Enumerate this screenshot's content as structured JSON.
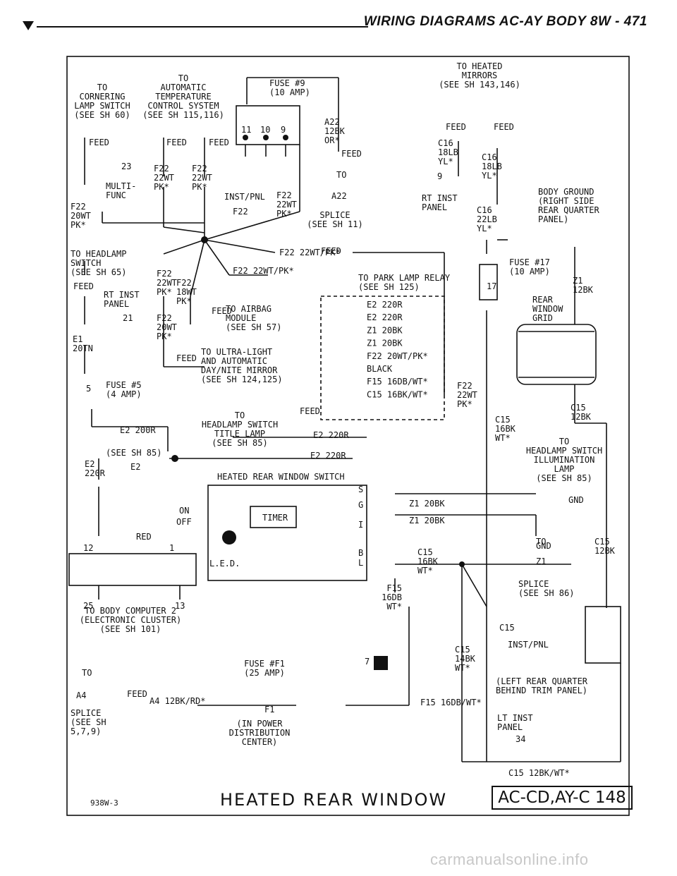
{
  "header": {
    "title": "WIRING DIAGRAMS AC-AY BODY   8W - 471"
  },
  "labels": {
    "cornering": [
      "TO",
      "CORNERING",
      "LAMP SWITCH",
      "(SEE SH 60)"
    ],
    "auto_temp": [
      "TO",
      "AUTOMATIC",
      "TEMPERATURE",
      "CONTROL SYSTEM",
      "(SEE SH 115,116)"
    ],
    "fuse9": [
      "FUSE #9",
      "(10 AMP)"
    ],
    "connector_pins": [
      "11",
      "10",
      "9"
    ],
    "a22": [
      "A22",
      "12BK",
      "OR*"
    ],
    "heated_mirrors": [
      "TO HEATED",
      "MIRRORS",
      "(SEE SH 143,146)"
    ],
    "feed": "FEED",
    "c16_a": [
      "C16",
      "18LB",
      "YL*"
    ],
    "c16_b": [
      "C16",
      "18LB",
      "YL*"
    ],
    "multi_func": [
      "MULTI-",
      "FUNC"
    ],
    "pin23": "23",
    "f22_left": [
      "F22",
      "20WT",
      "PK*"
    ],
    "f22_wt_a": [
      "F22",
      "22WT",
      "PK*"
    ],
    "f22_wt_b": [
      "F22",
      "22WT",
      "PK*"
    ],
    "inst_pnl": "INST/PNL",
    "f22_inst": [
      "F22",
      "22WT",
      "PK*"
    ],
    "to_a22": "TO",
    "a22_splice": "A22",
    "splice_sh11": [
      "SPLICE",
      "(SEE SH 11)"
    ],
    "f22_splice": "F22",
    "pin9": "9",
    "rt_inst_panel": [
      "RT INST",
      "PANEL"
    ],
    "c16_c": [
      "C16",
      "22LB",
      "YL*"
    ],
    "body_ground": [
      "BODY GROUND",
      "(RIGHT SIDE",
      "REAR QUARTER",
      "PANEL)"
    ],
    "headlamp": [
      "TO HEADLAMP",
      "SWITCH",
      "(SEE SH 65)"
    ],
    "f22_22wt_pk": "F22 22WT/PK*",
    "f22_22wt_pk2": "F22 22WT/PK*",
    "to_park_lamp": [
      "TO PARK LAMP RELAY",
      "(SEE SH 125)"
    ],
    "fuse17": [
      "FUSE #17",
      "(10 AMP)"
    ],
    "pin17": "17",
    "z1_12bk": [
      "Z1",
      "12BK"
    ],
    "rear_window_grid": [
      "REAR",
      "WINDOW",
      "GRID"
    ],
    "f22_22wt_left": [
      "F22",
      "22WT",
      "PK*"
    ],
    "f22_18wt": [
      "F22",
      "18WT",
      "PK*"
    ],
    "rt_inst_panel2": [
      "RT INST",
      "PANEL"
    ],
    "pin21": "21",
    "f22_20wt2": [
      "F22",
      "20WT",
      "PK*"
    ],
    "to_airbag": [
      "TO AIRBAG",
      "MODULE",
      "(SEE SH 57)"
    ],
    "e1_20tn": [
      "E1",
      "20TN"
    ],
    "connector_box": [
      "E2 220R",
      "E2 220R",
      "Z1 20BK",
      "Z1 20BK",
      "F22 20WT/PK*",
      "BLACK",
      "F15 16DB/WT*",
      "C15 16BK/WT*"
    ],
    "ultra_light": [
      "TO ULTRA-LIGHT",
      "AND AUTOMATIC",
      "DAY/NITE MIRROR",
      "(SEE SH 124,125)"
    ],
    "fuse5": [
      "FUSE #5",
      "(4 AMP)"
    ],
    "pin5": "5",
    "f22_22wt_right": [
      "F22",
      "22WT",
      "PK*"
    ],
    "c15_16bk": [
      "C15",
      "16BK",
      "WT*"
    ],
    "c15_12bk": [
      "C15",
      "12BK"
    ],
    "headlamp_title": [
      "TO",
      "HEADLAMP SWITCH",
      "TITLE LAMP",
      "(SEE SH 85)"
    ],
    "e2_200r": "E2 200R",
    "e2_220r_a": "E2 220R",
    "see_sh85": "(SEE SH 85)",
    "e2_220r_b": "E2 220R",
    "e2_left": [
      "E2",
      "220R"
    ],
    "e2_splice": "E2",
    "headlamp_illum": [
      "TO",
      "HEADLAMP SWITCH",
      "ILLUMINATION",
      "LAMP",
      "(SEE SH 85)"
    ],
    "heated_switch": "HEATED REAR WINDOW SWITCH",
    "on": "ON",
    "off": "OFF",
    "timer": "TIMER",
    "led": "L.E.D.",
    "switch_pins": [
      "S",
      "G",
      "I",
      "B",
      "L"
    ],
    "z1_20bk_a": "Z1 20BK",
    "z1_20bk_b": "Z1 20BK",
    "gnd": "GND",
    "gnd2": "GND",
    "to_z1": "TO",
    "z1_splice": "Z1",
    "splice_sh86": [
      "SPLICE",
      "(SEE SH 86)"
    ],
    "c15_12bk_right": [
      "C15",
      "12BK"
    ],
    "red": "RED",
    "pin12": "12",
    "pin1": "1",
    "pin25": "25",
    "pin13": "13",
    "body_computer": [
      "TO BODY COMPUTER 2",
      "(ELECTRONIC CLUSTER)",
      "(SEE SH 101)"
    ],
    "c15_wt": [
      "C15",
      "16BK",
      "WT*"
    ],
    "f15_16db": [
      "F15",
      "16DB",
      "WT*"
    ],
    "c15_splice": "C15",
    "inst_pnl2": "INST/PNL",
    "c15_14bk": [
      "C15",
      "14BK",
      "WT*"
    ],
    "pin7": "7",
    "fuse_f1": [
      "FUSE #F1",
      "(25 AMP)"
    ],
    "to_a4": "TO",
    "a4_splice": "A4",
    "a4_wire": "A4 12BK/RD*",
    "f1": "F1",
    "f15_16db_wt": "F15 16DB/WT*",
    "splice_sh579": [
      "SPLICE",
      "(SEE SH",
      "5,7,9)"
    ],
    "power_dist": [
      "(IN POWER",
      "DISTRIBUTION",
      "CENTER)"
    ],
    "left_rear_quarter": [
      "(LEFT REAR QUARTER",
      "BEHIND TRIM PANEL)"
    ],
    "lt_inst_panel": [
      "LT INST",
      "PANEL"
    ],
    "pin34": "34",
    "c15_12bk_wt": "C15 12BK/WT*"
  },
  "footer": {
    "code": "938W-3",
    "title": "HEATED REAR WINDOW",
    "id": "AC-CD,AY-C 148"
  },
  "watermark": "carmanualsonline.info"
}
